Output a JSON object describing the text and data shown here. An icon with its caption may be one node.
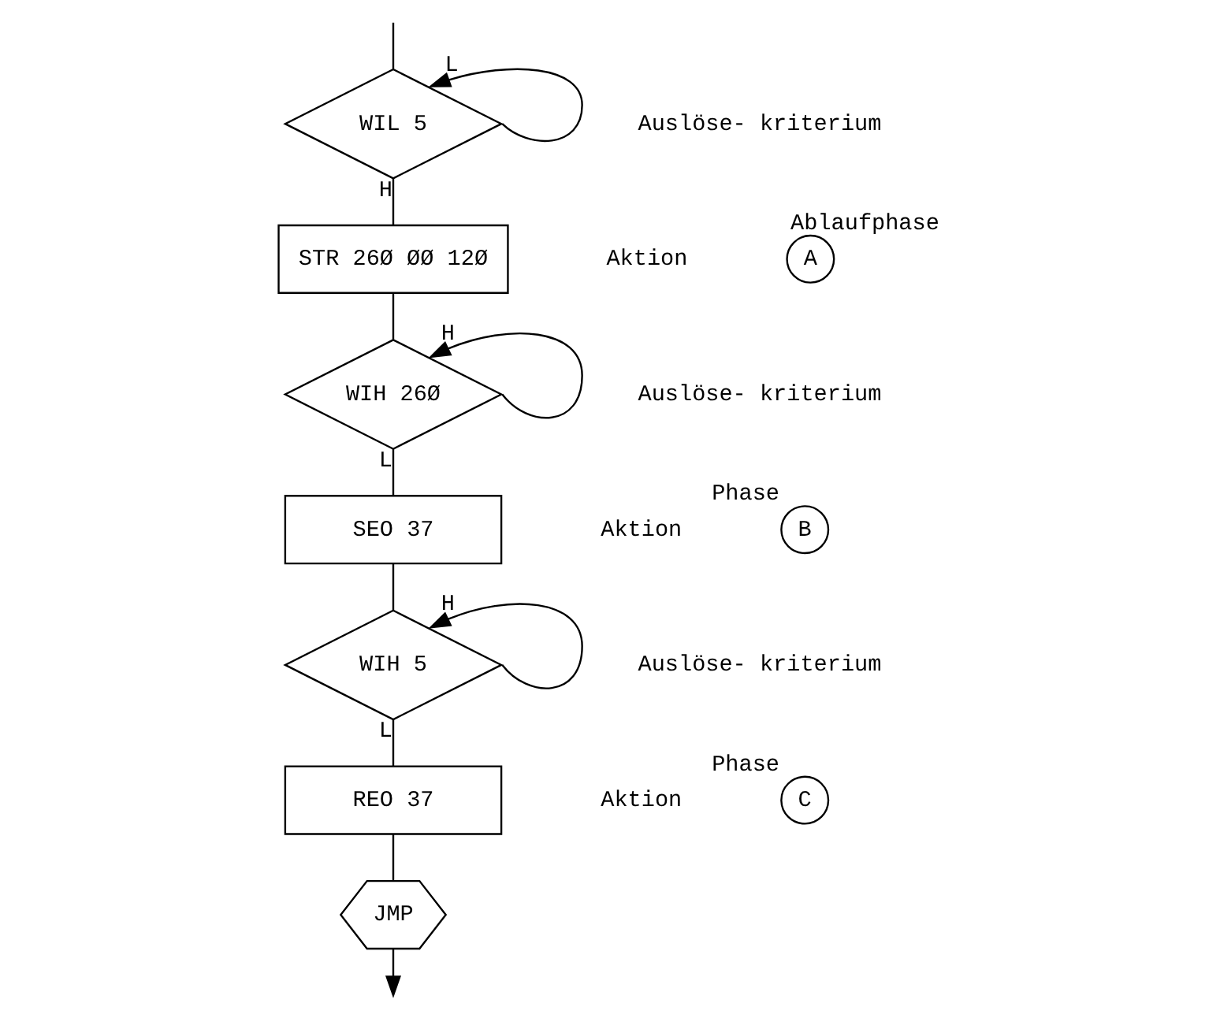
{
  "diagram": {
    "nodes": [
      {
        "text": [
          "WIL 5"
        ]
      },
      {
        "text": [
          "STR 26Ø ØØ 12Ø"
        ]
      },
      {
        "text": [
          "WIH 26Ø"
        ]
      },
      {
        "text": [
          "SEO 37"
        ]
      },
      {
        "text": [
          "WIH 5"
        ]
      },
      {
        "text": [
          "REO 37"
        ]
      },
      {
        "text": [
          "JMP"
        ]
      },
      {
        "text": [
          "A"
        ],
        "beside": [
          "Ablaufphase"
        ]
      },
      {
        "text": [
          "B"
        ],
        "beside": [
          "Phase"
        ]
      },
      {
        "text": [
          "C"
        ],
        "beside": [
          "Phase"
        ]
      }
    ],
    "edges": [
      {
        "from": null,
        "to": 0,
        "arrow": "none"
      },
      {
        "from": 0,
        "to": 0,
        "arrow": "to",
        "label": "L"
      },
      {
        "from": 0,
        "to": 1,
        "arrow": "none",
        "label": "H"
      },
      {
        "from": 1,
        "to": 2,
        "arrow": "none"
      },
      {
        "from": 2,
        "to": 2,
        "arrow": "to",
        "label": "H"
      },
      {
        "from": 2,
        "to": 3,
        "arrow": "none",
        "label": "L"
      },
      {
        "from": 3,
        "to": 4,
        "arrow": "none"
      },
      {
        "from": 4,
        "to": 4,
        "arrow": "to",
        "label": "H"
      },
      {
        "from": 4,
        "to": 5,
        "arrow": "none",
        "label": "L"
      },
      {
        "from": 5,
        "to": 6,
        "arrow": "none"
      },
      {
        "from": 6,
        "to": null,
        "arrow": "to"
      }
    ],
    "labels": [
      "Auslöse- kriterium",
      "Aktion",
      "Auslöse- kriterium",
      "Aktion",
      "Auslöse- kriterium",
      "Aktion"
    ]
  }
}
